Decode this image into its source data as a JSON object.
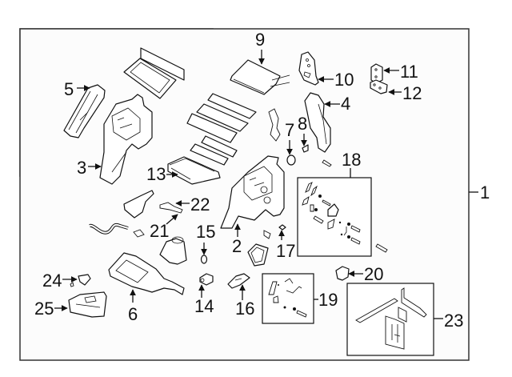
{
  "diagram": {
    "title": "HVAC Heater/Evaporator Case Assembly - Exploded Parts Diagram",
    "callouts": [
      {
        "id": "1",
        "label": "1",
        "part": "heater-case-assembly"
      },
      {
        "id": "2",
        "label": "2",
        "part": "lower-case"
      },
      {
        "id": "3",
        "label": "3",
        "part": "duct"
      },
      {
        "id": "4",
        "label": "4",
        "part": "side-duct"
      },
      {
        "id": "5",
        "label": "5",
        "part": "upper-duct"
      },
      {
        "id": "6",
        "label": "6",
        "part": "lower-tray"
      },
      {
        "id": "7",
        "label": "7",
        "part": "grommet"
      },
      {
        "id": "8",
        "label": "8",
        "part": "clip"
      },
      {
        "id": "9",
        "label": "9",
        "part": "heater-core"
      },
      {
        "id": "10",
        "label": "10",
        "part": "bracket"
      },
      {
        "id": "11",
        "label": "11",
        "part": "upper-bracket"
      },
      {
        "id": "12",
        "label": "12",
        "part": "lower-bracket"
      },
      {
        "id": "13",
        "label": "13",
        "part": "evaporator-core"
      },
      {
        "id": "14",
        "label": "14",
        "part": "sensor"
      },
      {
        "id": "15",
        "label": "15",
        "part": "o-ring"
      },
      {
        "id": "16",
        "label": "16",
        "part": "actuator"
      },
      {
        "id": "17",
        "label": "17",
        "part": "retainer"
      },
      {
        "id": "18",
        "label": "18",
        "part": "hardware-kit"
      },
      {
        "id": "19",
        "label": "19",
        "part": "linkage-kit"
      },
      {
        "id": "20",
        "label": "20",
        "part": "mode-door-motor"
      },
      {
        "id": "21",
        "label": "21",
        "part": "harness"
      },
      {
        "id": "22",
        "label": "22",
        "part": "connector"
      },
      {
        "id": "23",
        "label": "23",
        "part": "seal-kit"
      },
      {
        "id": "24",
        "label": "24",
        "part": "drain-valve"
      },
      {
        "id": "25",
        "label": "25",
        "part": "blower-housing"
      }
    ]
  }
}
